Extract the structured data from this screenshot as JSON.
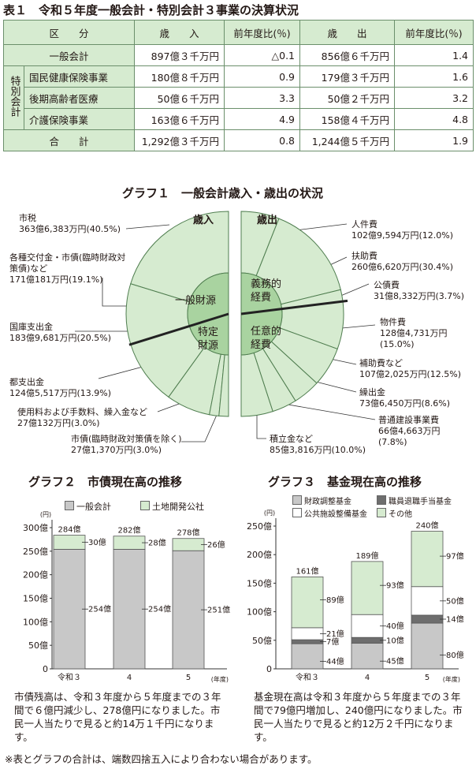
{
  "table1": {
    "title": "表１　令和５年度一般会計・特別会計３事業の決算状況",
    "headers": [
      "区　　分",
      "歳　　入",
      "前年度比(％)",
      "歳　　出",
      "前年度比(％)"
    ],
    "special_label": "特別会計",
    "rows": [
      {
        "name": "一般会計",
        "revenue": "897億３千万円",
        "rev_ratio": "△0.1",
        "expenditure": "856億６千万円",
        "exp_ratio": "1.4"
      },
      {
        "name": "国民健康保険事業",
        "revenue": "180億８千万円",
        "rev_ratio": "0.9",
        "expenditure": "179億３千万円",
        "exp_ratio": "1.6"
      },
      {
        "name": "後期高齢者医療",
        "revenue": "50億６千万円",
        "rev_ratio": "3.3",
        "expenditure": "50億２千万円",
        "exp_ratio": "3.2"
      },
      {
        "name": "介護保険事業",
        "revenue": "163億６千万円",
        "rev_ratio": "4.9",
        "expenditure": "158億４千万円",
        "exp_ratio": "4.8"
      },
      {
        "name": "合　　計",
        "revenue": "1,292億３千万円",
        "rev_ratio": "0.8",
        "expenditure": "1,244億５千万円",
        "exp_ratio": "1.9"
      }
    ]
  },
  "graph1": {
    "title": "グラフ１　一般会計歳入・歳出の状況",
    "revenue_label": "歳入",
    "expenditure_label": "歳出",
    "inner_revenue_top": "一般財源",
    "inner_revenue_bottom": "特定財源",
    "inner_exp_top": "義務的経費",
    "inner_exp_bottom": "任意的経費",
    "revenue_items": [
      {
        "name": "市税",
        "amount": "363億6,383万円",
        "pct": "(40.5%)"
      },
      {
        "name": "各種交付金・市債(臨時財政対策債)など",
        "amount": "171億181万円",
        "pct": "(19.1%)"
      },
      {
        "name": "国庫支出金",
        "amount": "183億9,681万円",
        "pct": "(20.5%)"
      },
      {
        "name": "都支出金",
        "amount": "124億5,517万円",
        "pct": "(13.9%)"
      },
      {
        "name": "使用料および手数料、繰入金など",
        "amount": "27億132万円",
        "pct": "(3.0%)"
      },
      {
        "name": "市債(臨時財政対策債を除く)",
        "amount": "27億1,370万円",
        "pct": "(3.0%)"
      }
    ],
    "expenditure_items": [
      {
        "name": "人件費",
        "amount": "102億9,594万円",
        "pct": "(12.0%)"
      },
      {
        "name": "扶助費",
        "amount": "260億6,620万円",
        "pct": "(30.4%)"
      },
      {
        "name": "公債費",
        "amount": "31億8,332万円",
        "pct": "(3.7%)"
      },
      {
        "name": "物件費",
        "amount": "128億4,731万円",
        "pct": "(15.0%)"
      },
      {
        "name": "補助費など",
        "amount": "107億2,025万円",
        "pct": "(12.5%)"
      },
      {
        "name": "繰出金",
        "amount": "73億6,450万円",
        "pct": "(8.6%)"
      },
      {
        "name": "普通建設事業費",
        "amount": "66億4,663万円",
        "pct": "(7.8%)"
      },
      {
        "name": "積立金など",
        "amount": "85億3,816万円",
        "pct": "(10.0%)"
      }
    ]
  },
  "graph2": {
    "title": "グラフ２　市債現在高の推移",
    "legend": [
      "一般会計",
      "土地開発公社"
    ],
    "y_unit": "(円)",
    "x_unit": "(年度)",
    "totals": [
      "284億",
      "282億",
      "278億"
    ],
    "general_labels": [
      "254億",
      "254億",
      "251億"
    ],
    "land_labels": [
      "30億",
      "28億",
      "26億"
    ],
    "ticks": [
      "0",
      "50億",
      "100億",
      "150億",
      "200億",
      "250億",
      "300億"
    ],
    "description": "市債残高は、令和３年度から５年度までの３年間で６億円減少し、278億円になりました。市民一人当たりで見ると約14万１千円になります。"
  },
  "graph3": {
    "title": "グラフ３　基金現在高の推移",
    "legend": [
      "財政調整基金",
      "職員退職手当基金",
      "公共施設整備基金",
      "その他"
    ],
    "y_unit": "(円)",
    "x_unit": "(年度)",
    "totals": [
      "161億",
      "189億",
      "240億"
    ],
    "labels_fiscal": [
      "44億",
      "45億",
      "80億"
    ],
    "labels_retire": [
      "7億",
      "10億",
      "14億"
    ],
    "labels_public": [
      "21億",
      "40億",
      "50億"
    ],
    "labels_other": [
      "89億",
      "93億",
      "97億"
    ],
    "ticks": [
      "0",
      "50億",
      "100億",
      "150億",
      "200億",
      "250億"
    ],
    "description": "基金現在高は令和３年度から５年度までの３年間で79億円増加し、240億円になりました。市民一人当たりで見ると約12万２千円になります。"
  },
  "footnote": "※表とグラフの合計は、端数四捨五入により合わない場合があります。",
  "chart_data": [
    {
      "type": "pie",
      "title": "一般会計歳入",
      "categories": [
        "市税",
        "各種交付金・市債(臨時財政対策債)など",
        "国庫支出金",
        "都支出金",
        "使用料および手数料、繰入金など",
        "市債(臨時財政対策債を除く)"
      ],
      "values": [
        40.5,
        19.1,
        20.5,
        13.9,
        3.0,
        3.0
      ]
    },
    {
      "type": "pie",
      "title": "一般会計歳出",
      "categories": [
        "人件費",
        "扶助費",
        "公債費",
        "物件費",
        "補助費など",
        "繰出金",
        "普通建設事業費",
        "積立金など"
      ],
      "values": [
        12.0,
        30.4,
        3.7,
        15.0,
        12.5,
        8.6,
        7.8,
        10.0
      ]
    },
    {
      "type": "bar",
      "title": "市債現在高の推移",
      "categories": [
        "令和３",
        "4",
        "5"
      ],
      "series": [
        {
          "name": "一般会計",
          "values": [
            254,
            254,
            251
          ]
        },
        {
          "name": "土地開発公社",
          "values": [
            30,
            28,
            26
          ]
        }
      ],
      "ylim": [
        0,
        300
      ]
    },
    {
      "type": "bar",
      "title": "基金現在高の推移",
      "categories": [
        "令和３",
        "4",
        "5"
      ],
      "series": [
        {
          "name": "財政調整基金",
          "values": [
            44,
            45,
            80
          ]
        },
        {
          "name": "職員退職手当基金",
          "values": [
            7,
            10,
            14
          ]
        },
        {
          "name": "公共施設整備基金",
          "values": [
            21,
            40,
            50
          ]
        },
        {
          "name": "その他",
          "values": [
            89,
            93,
            97
          ]
        }
      ],
      "ylim": [
        0,
        250
      ]
    }
  ]
}
